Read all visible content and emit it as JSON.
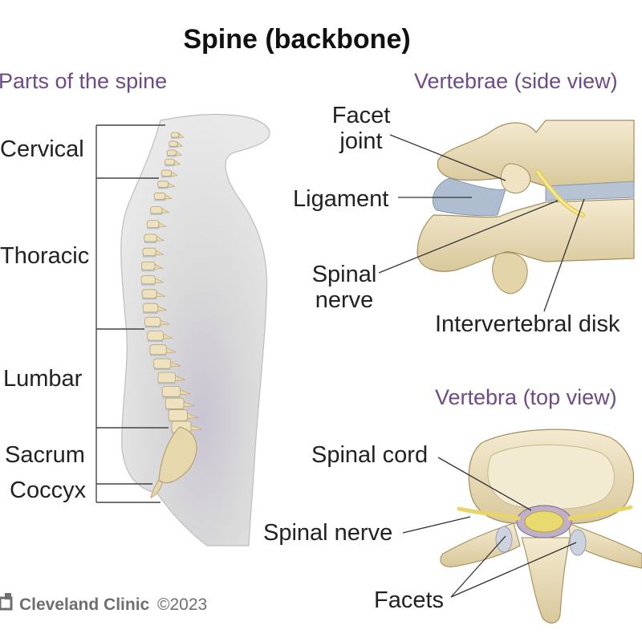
{
  "title": "Spine (backbone)",
  "sections": {
    "parts": "Parts of the spine",
    "side_view": "Vertebrae (side view)",
    "top_view": "Vertebra (top view)"
  },
  "regions": {
    "cervical": "Cervical",
    "thoracic": "Thoracic",
    "lumbar": "Lumbar",
    "sacrum": "Sacrum",
    "coccyx": "Coccyx"
  },
  "side_labels": {
    "facet_joint_1": "Facet",
    "facet_joint_2": "joint",
    "ligament": "Ligament",
    "spinal_nerve_1": "Spinal",
    "spinal_nerve_2": "nerve",
    "intervertebral_disk": "Intervertebral disk"
  },
  "top_labels": {
    "spinal_cord": "Spinal cord",
    "spinal_nerve": "Spinal nerve",
    "facets": "Facets"
  },
  "footer": {
    "brand": "Cleveland Clinic",
    "copyright": "©2023"
  },
  "colors": {
    "section_text": "#6e4a86",
    "bone": "#ede1bf",
    "disk": "#b5c3d3",
    "nerve": "#eedd6f",
    "body_silhouette": "#d8d8d8"
  }
}
